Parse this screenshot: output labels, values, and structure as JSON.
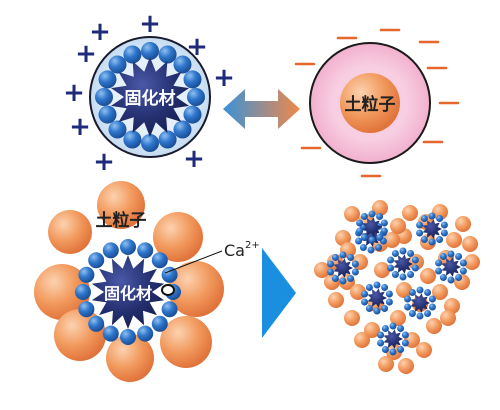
{
  "labels": {
    "solidifier": "固化材",
    "soil_particle": "土粒子",
    "calcium": "Ca",
    "calcium_charge": "2+",
    "positive_sign": "+"
  },
  "colors": {
    "navy_core": "#1f2a6b",
    "blue_bead": "#2f6fc4",
    "halo_blue": "#cfe3f5",
    "soil_orange": "#ef8a4a",
    "soil_pink": "#f3b8d2",
    "negative_sign": "#e5672c",
    "positive_sign": "#1f2a7a",
    "arrow_blue": "#1a8fe0"
  }
}
